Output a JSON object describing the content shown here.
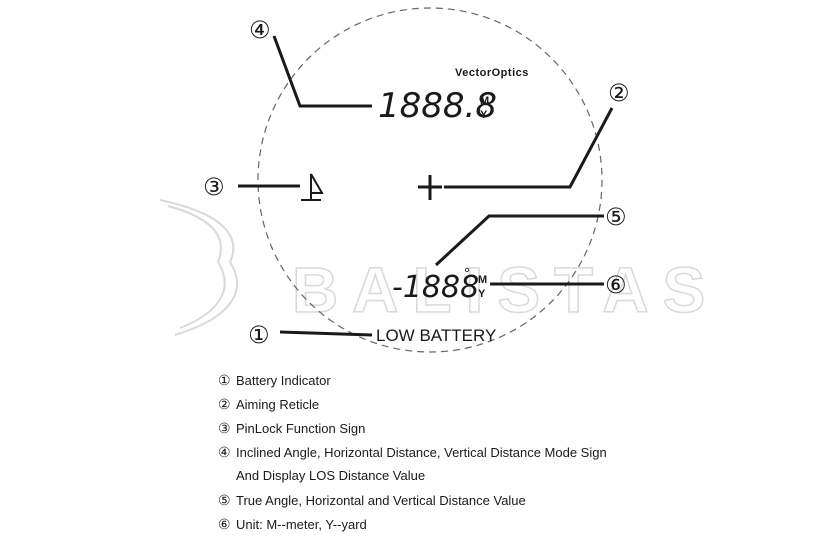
{
  "brand": {
    "logo_text": "VectorOptics",
    "watermark": "BALISTAS"
  },
  "display": {
    "distance_value": "1888.8",
    "angle_value": "-1888",
    "degree_symbol": "°",
    "unit_meter": "M",
    "unit_yard": "Y",
    "battery_text": "LOW BATTERY"
  },
  "callouts": [
    "①",
    "②",
    "③",
    "④",
    "⑤",
    "⑥"
  ],
  "legend": [
    {
      "num": "①",
      "text": "Battery Indicator"
    },
    {
      "num": "②",
      "text": "Aiming Reticle"
    },
    {
      "num": "③",
      "text": "PinLock Function Sign"
    },
    {
      "num": "④",
      "text": "Inclined Angle, Horizontal Distance, Vertical Distance Mode Sign"
    },
    {
      "num": "",
      "text": "And Display LOS Distance Value"
    },
    {
      "num": "⑤",
      "text": "True Angle, Horizontal and Vertical Distance Value"
    },
    {
      "num": "⑥",
      "text": "Unit: M--meter, Y--yard"
    }
  ],
  "colors": {
    "line": "#1a1a1a",
    "circle": "#666666",
    "watermark": "#d9d9d9"
  }
}
